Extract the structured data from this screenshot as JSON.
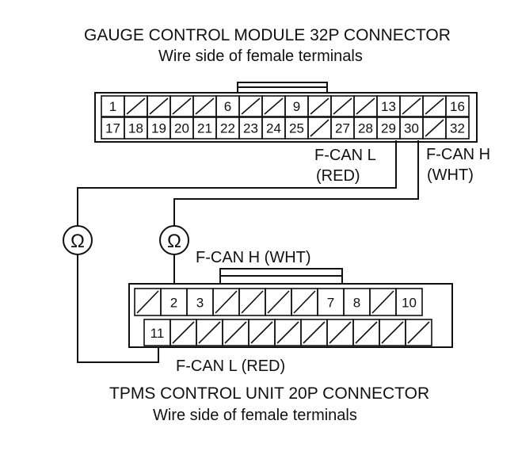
{
  "gauge": {
    "title": "GAUGE CONTROL MODULE 32P CONNECTOR",
    "subtitle": "Wire side of female terminals",
    "top_row": [
      "1",
      "",
      "",
      "",
      "",
      "6",
      "",
      "",
      "9",
      "",
      "",
      "",
      "13",
      "",
      "",
      "16"
    ],
    "bottom_row": [
      "17",
      "18",
      "19",
      "20",
      "21",
      "22",
      "23",
      "24",
      "25",
      "",
      "27",
      "28",
      "29",
      "30",
      "",
      "32"
    ],
    "wire_l": {
      "name": "F-CAN L",
      "color": "(RED)"
    },
    "wire_h": {
      "name": "F-CAN H",
      "color": "(WHT)"
    }
  },
  "tpms": {
    "title": "TPMS CONTROL UNIT 20P CONNECTOR",
    "subtitle": "Wire side of female terminals",
    "top_row": [
      "",
      "2",
      "3",
      "",
      "",
      "",
      "",
      "7",
      "8",
      "",
      "10"
    ],
    "bottom_row": [
      "11",
      "",
      "",
      "",
      "",
      "",
      "",
      "",
      "",
      "",
      ""
    ],
    "label_h": "F-CAN H (WHT)",
    "label_l": "F-CAN L (RED)"
  },
  "meter_symbol": "Ω"
}
